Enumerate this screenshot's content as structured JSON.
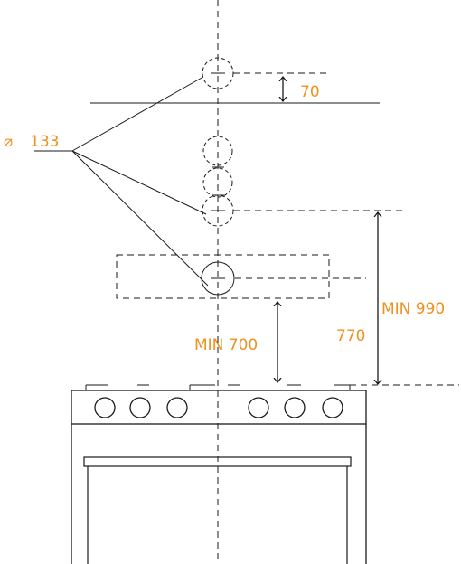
{
  "colors": {
    "line": "#1a1a1a",
    "accent": "#f0901e",
    "background": "#ffffff"
  },
  "labels": {
    "diameter_symbol": "⌀",
    "diameter_value": "133",
    "gap_top": "70",
    "min_700": "MIN 700",
    "dim_770": "770",
    "min_990": "MIN 990"
  }
}
